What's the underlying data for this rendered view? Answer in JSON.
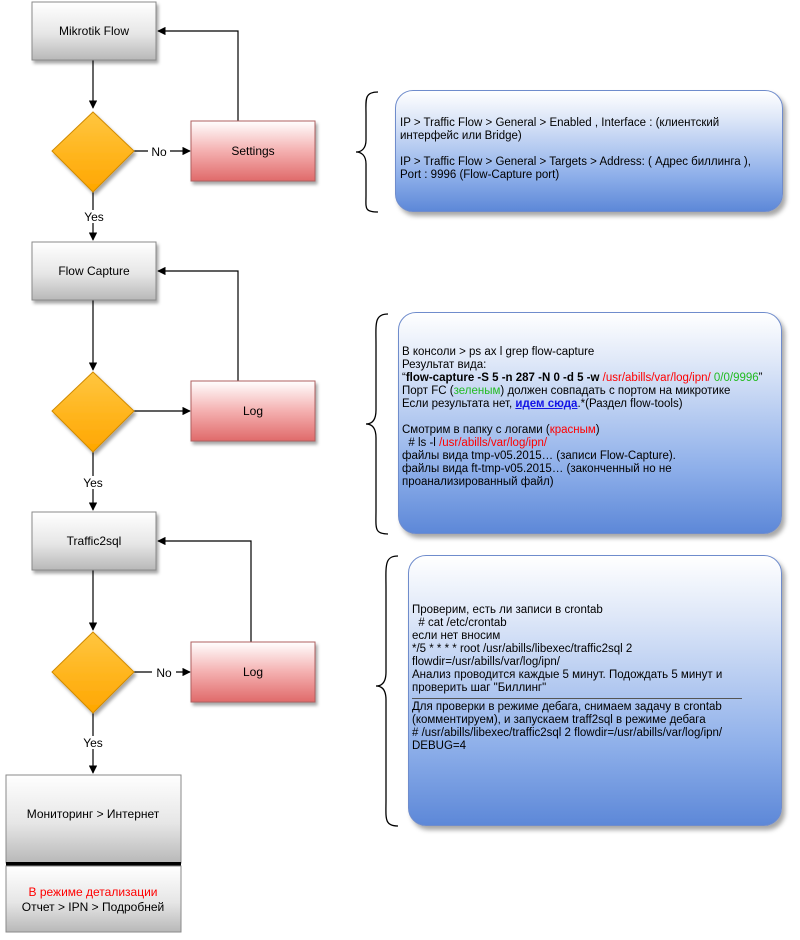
{
  "flow": {
    "mikrotik": "Mikrotik Flow",
    "settings": "Settings",
    "flow_capture": "Flow Capture",
    "log1": "Log",
    "traffic2sql": "Traffic2sql",
    "log2": "Log",
    "monitoring": "Мониторинг > Интернет",
    "detail_red": "В режиме детализации",
    "detail_path": "Отчет > IPN > Подробней",
    "no1": "No",
    "yes1": "Yes",
    "yes2": "Yes",
    "no2": "No",
    "yes3": "Yes"
  },
  "note1": {
    "l1": "IP > Traffic Flow >  General > Enabled , Interface : (клиентский",
    "l2": "интерфейс или Bridge)",
    "l3": "IP > Traffic Flow >  General > Targets >  Address: ( Адрес биллинга ),",
    "l4": "Port : 9996 (Flow-Capture port)"
  },
  "note2": {
    "l1": "В консоли  > ps ax l grep flow-capture",
    "l2": "Результат вида:",
    "l3_q": "“",
    "l3_cmd": "flow-capture -S 5 -n 287 -N 0 -d 5 -w ",
    "l3_path": "/usr/abills/var/log/ipn/",
    "l3_port": " 0/0/9996",
    "l3_end": "”",
    "l4_a": "Порт FC (",
    "l4_green": "зеленым",
    "l4_b": ") должен совпадать с портом на микротике",
    "l5_a": "Если результата нет, ",
    "l5_link": "идем сюда",
    "l5_b": ".*(Раздел flow-tools)",
    "l6_a": "Смотрим в папку с логами (",
    "l6_red": "красным",
    "l6_b": ")",
    "l7_a": "  # ls -l ",
    "l7_red": "/usr/abills/var/log/ipn/",
    "l8": "файлы вида tmp-v05.2015… (записи Flow-Capture).",
    "l9": "файлы вида ft-tmp-v05.2015… (законченный но не",
    "l10": "проанализированный файл)"
  },
  "note3": {
    "l1": "Проверим, есть ли записи в crontab",
    "l2": "  # cat /etc/crontab",
    "l3": "если нет вносим",
    "l4": "*/5 * * * * root /usr/abills/libexec/traffic2sql 2",
    "l5": "flowdir=/usr/abills/var/log/ipn/",
    "l6": "Анализ проводится каждые 5 минут. Подождать 5 минут и",
    "l7": "проверить шаг \"Биллинг\"",
    "l8": "Для проверки в режиме дебага, снимаем задачу в crontab",
    "l9": "(комментируем), и запускаем traff2sql в режиме дебага",
    "l10": "# /usr/abills/libexec/traffic2sql 2 flowdir=/usr/abills/var/log/ipn/",
    "l11": "DEBUG=4"
  },
  "colors": {
    "process_gray": "#d9d9d9",
    "process_red": "#f08c8c",
    "decision": "#ffb300",
    "note_blue": "#6e94dc"
  }
}
